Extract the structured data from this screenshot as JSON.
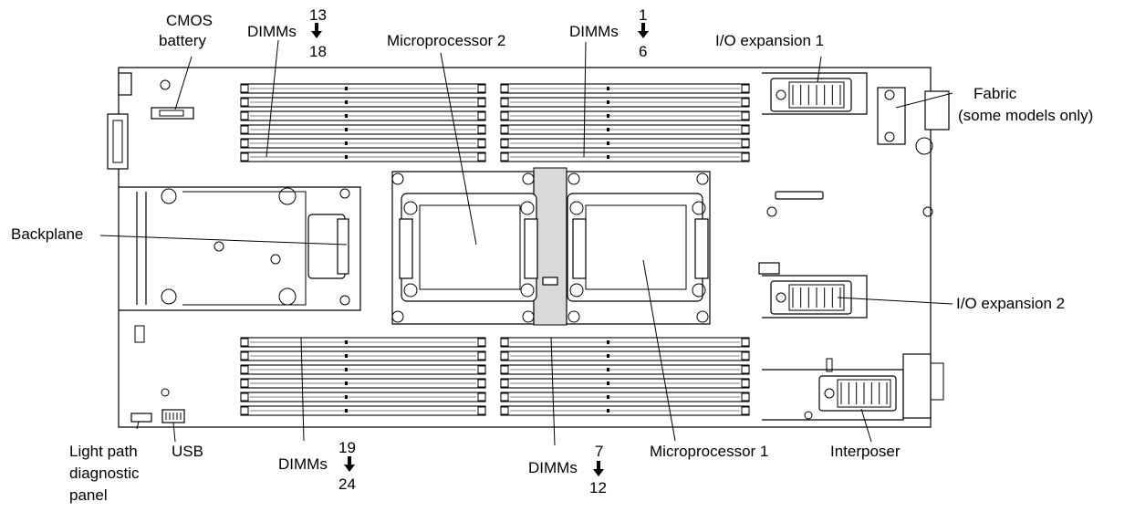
{
  "labels": {
    "cmos_battery_1": "CMOS",
    "cmos_battery_2": "battery",
    "dimms_13_18_top": "13",
    "dimms_13_18_word": "DIMMs",
    "dimms_13_18_bottom": "18",
    "microprocessor_2": "Microprocessor 2",
    "dimms_1_6_top": "1",
    "dimms_1_6_word": "DIMMs",
    "dimms_1_6_bottom": "6",
    "io_expansion_1": "I/O expansion 1",
    "fabric_1": "Fabric",
    "fabric_2": "(some models only)",
    "backplane": "Backplane",
    "io_expansion_2": "I/O expansion 2",
    "light_path_1": "Light path",
    "light_path_2": "diagnostic",
    "light_path_3": "panel",
    "usb": "USB",
    "dimms_19_24_top": "19",
    "dimms_19_24_word": "DIMMs",
    "dimms_19_24_bottom": "24",
    "dimms_7_12_top": "7",
    "dimms_7_12_word": "DIMMs",
    "dimms_7_12_bottom": "12",
    "microprocessor_1": "Microprocessor 1",
    "interposer": "Interposer"
  }
}
